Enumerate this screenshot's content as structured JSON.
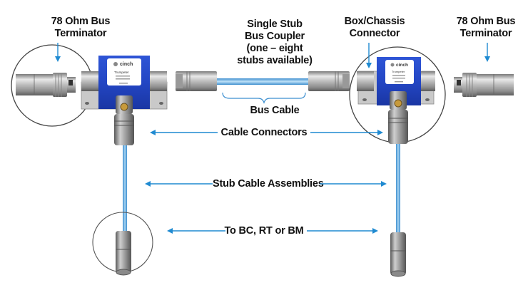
{
  "labels": {
    "left_terminator": [
      "78 Ohm Bus",
      "Terminator"
    ],
    "coupler": [
      "Single Stub",
      "Bus Coupler",
      "(one – eight",
      "stubs available)"
    ],
    "box_chassis": [
      "Box/Chassis",
      "Connector"
    ],
    "right_terminator": [
      "78 Ohm Bus",
      "Terminator"
    ],
    "bus_cable": "Bus Cable",
    "cable_connectors": "Cable Connectors",
    "stub_cable_assemblies": "Stub Cable Assemblies",
    "to_bc_rt_bm": "To BC, RT or BM"
  },
  "coupler_badge": {
    "brand": "cinch",
    "model": "Trumpeter"
  },
  "colors": {
    "arrow": "#1f8ad1",
    "cable": "#6fb3e3",
    "coupler_blue": "#1f3fb5",
    "metal": "#b9b9b9",
    "outline": "#444444"
  }
}
